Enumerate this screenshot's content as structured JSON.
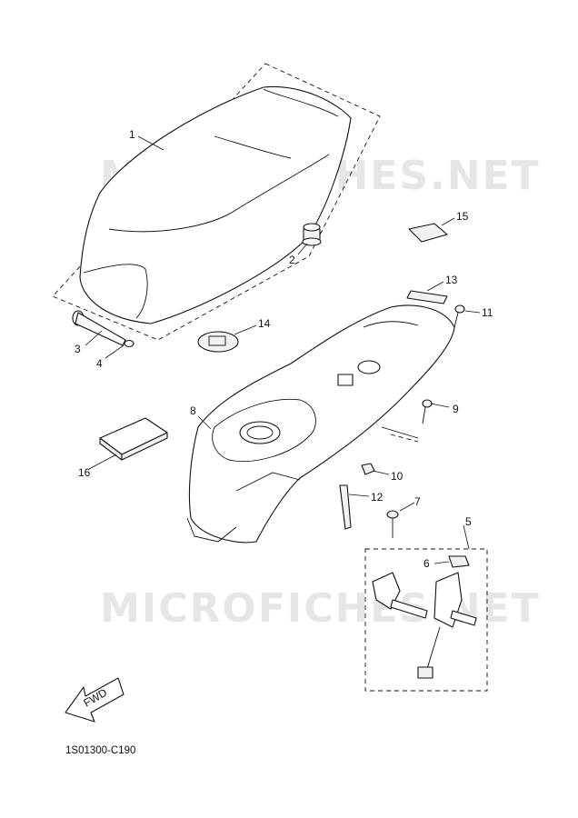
{
  "watermarks": [
    "MICROFICHES.NET",
    "MICROFICHES.NET"
  ],
  "diagram_code": "1S01300-C190",
  "fwd_label": "FWD",
  "callouts": [
    "1",
    "2",
    "3",
    "4",
    "5",
    "6",
    "7",
    "8",
    "9",
    "10",
    "11",
    "12",
    "13",
    "14",
    "15",
    "16"
  ]
}
